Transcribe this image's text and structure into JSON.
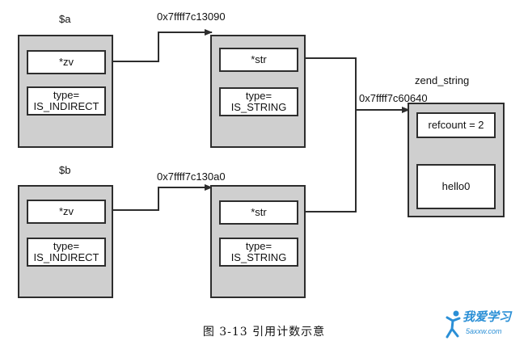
{
  "var_a": {
    "label": "$a",
    "zv_label": "*zv",
    "type_label": "type=\nIS_INDIRECT"
  },
  "var_b": {
    "label": "$b",
    "zv_label": "*zv",
    "type_label": "type=\nIS_INDIRECT"
  },
  "zval_a": {
    "address": "0x7ffff7c13090",
    "str_label": "*str",
    "type_label": "type=\nIS_STRING"
  },
  "zval_b": {
    "address": "0x7ffff7c130a0",
    "str_label": "*str",
    "type_label": "type=\nIS_STRING"
  },
  "zend_string": {
    "title": "zend_string",
    "address": "0x7ffff7c60640",
    "refcount_label": "refcount = 2",
    "value_label": "hello0"
  },
  "caption": "图 3-13   引用计数示意",
  "watermark": {
    "line1": "我爱学习",
    "line2": "5axxw.com"
  },
  "colors": {
    "panel": "#cfcfcf",
    "border": "#2d2d2d",
    "watermark": "#2a8fd6"
  }
}
